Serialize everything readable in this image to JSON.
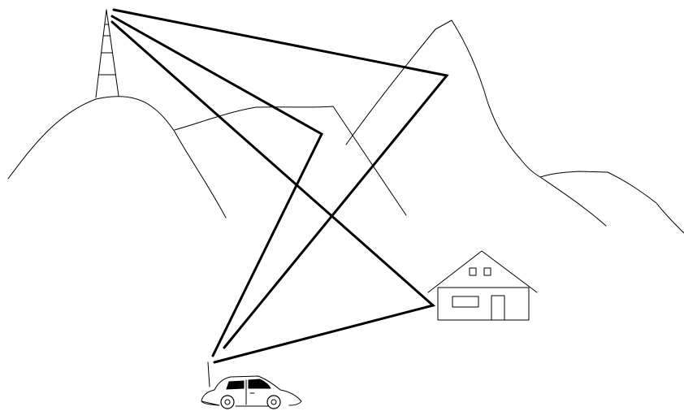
{
  "diagram": {
    "type": "multipath-radio-propagation-illustration",
    "elements": [
      {
        "id": "transmitter-tower",
        "icon": "radio-tower-icon"
      },
      {
        "id": "receiver-car",
        "icon": "car-icon"
      },
      {
        "id": "reflecting-house",
        "icon": "house-icon"
      },
      {
        "id": "terrain",
        "icon": "mountain-icon"
      }
    ],
    "paths": [
      {
        "id": "path-via-mountain-peak",
        "reflector": "mountain"
      },
      {
        "id": "path-via-ground",
        "reflector": "ground"
      },
      {
        "id": "path-via-house",
        "reflector": "house"
      }
    ],
    "line_color": "#000000",
    "background": "#ffffff"
  }
}
